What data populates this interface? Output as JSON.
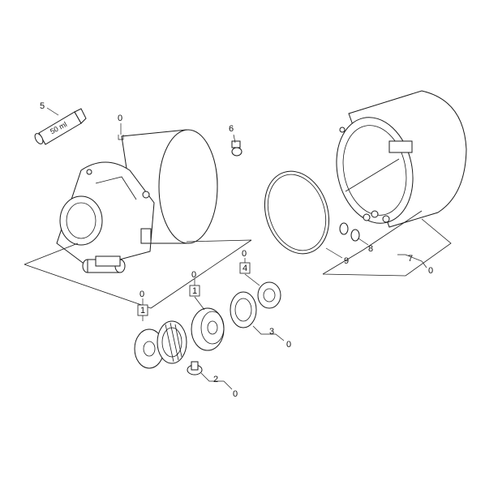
{
  "tube_label": "50 ml",
  "callouts": {
    "c5": "5",
    "c0_motor": "0",
    "c6": "6",
    "c9": "9",
    "c8": "8",
    "c7": "7",
    "c0_head": "0",
    "c0_left": "0",
    "c1_left": "1",
    "c0_mid": "0",
    "c1_mid": "1",
    "c0_top": "0",
    "c4": "4",
    "c3": "3",
    "c0_3": "0",
    "c2": "2",
    "c0_2": "0"
  }
}
